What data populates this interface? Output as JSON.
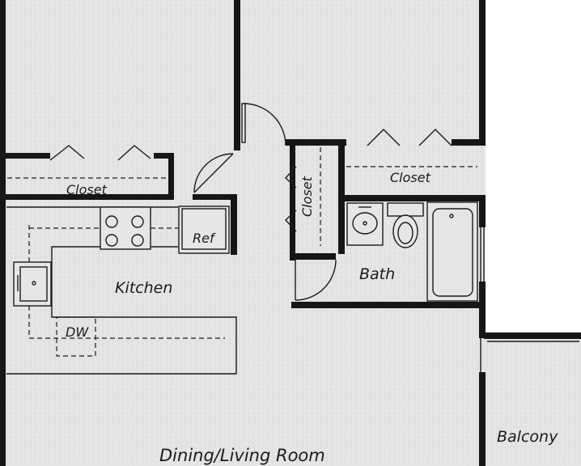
{
  "rooms": {
    "kitchen": "Kitchen",
    "dining_living": "Dining/Living Room",
    "bath": "Bath",
    "balcony": "Balcony",
    "closet_left": "Closet",
    "closet_center": "Closet",
    "closet_right": "Closet"
  },
  "appliances": {
    "refrigerator": "Ref",
    "dishwasher": "DW"
  },
  "colors": {
    "floor": "#e4e4e4",
    "wall": "#161616",
    "exterior": "#ffffff"
  }
}
